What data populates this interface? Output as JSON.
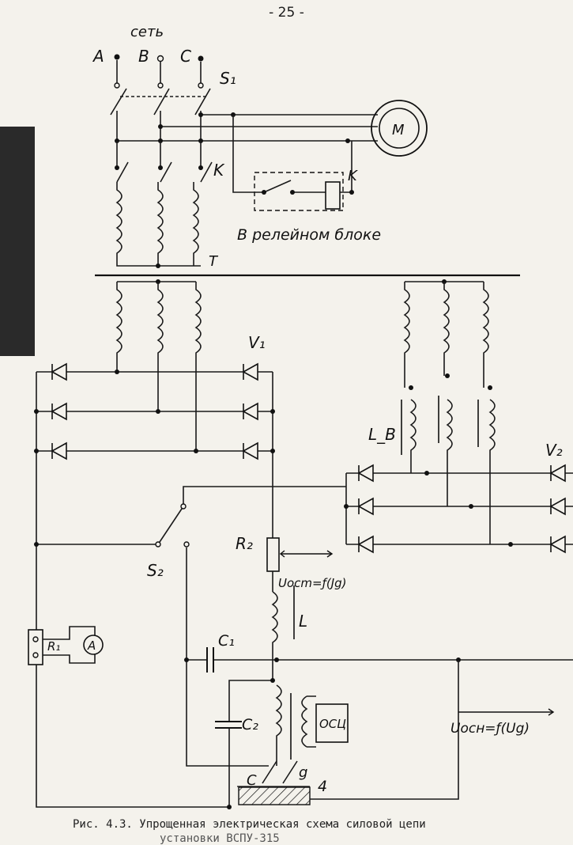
{
  "page": {
    "number": "- 25 -"
  },
  "labels": {
    "grid": "сеть",
    "phase_a": "A",
    "phase_b": "B",
    "phase_c": "C",
    "switch_s1": "S₁",
    "motor": "M",
    "contactor": "K",
    "relay_coil": "K",
    "relay_block": "В релейном блоке",
    "transformer": "T",
    "rectifier_v1": "V₁",
    "choke_lb": "L_B",
    "rectifier_v2": "V₂",
    "resistor_r2": "R₂",
    "u_feedback": "Uосm=ƒ(Jg)",
    "switch_s2": "S₂",
    "inductor_l": "L",
    "capacitor_c1": "C₁",
    "capacitor_c2": "C₂",
    "oscillator": "ОСЦ",
    "u_voltage": "Uосн=ƒ(Ug)",
    "shunt_r1": "R₁",
    "ammeter": "A",
    "gap": "g",
    "electrode": "C",
    "workpiece": "4"
  },
  "caption": {
    "line1": "Рис. 4.3. Упрощенная электрическая схема силовой цепи",
    "line2": "установки ВСПУ-315"
  }
}
